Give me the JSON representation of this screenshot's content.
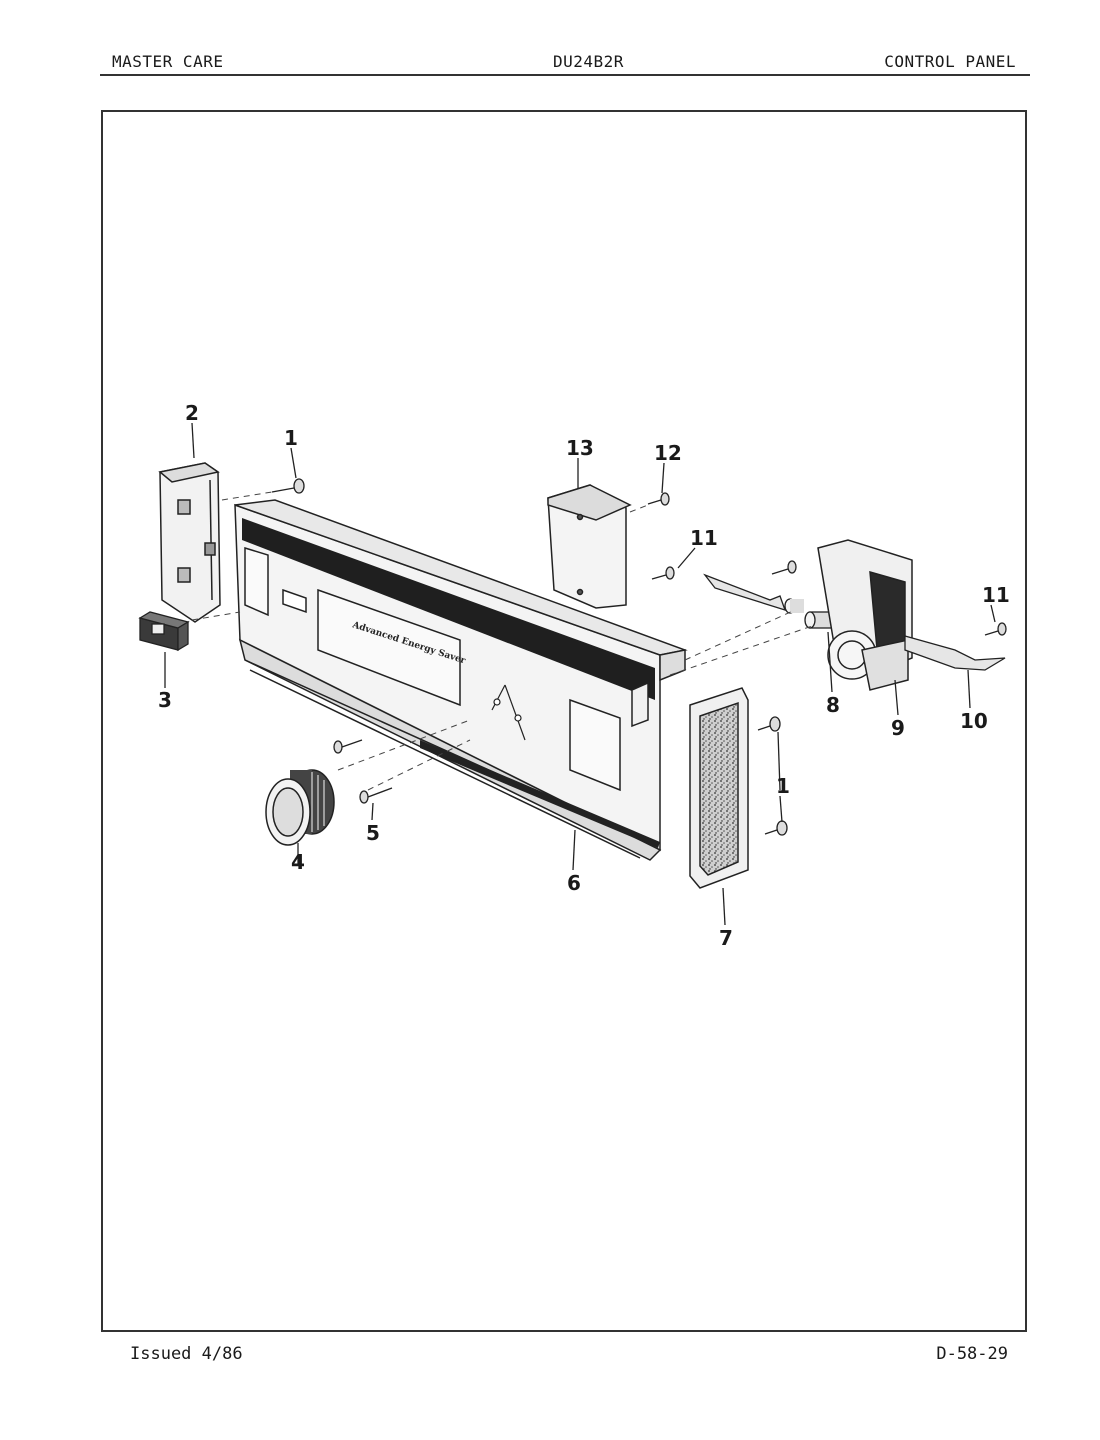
{
  "header": {
    "left": "MASTER CARE",
    "center": "DU24B2R",
    "right": "CONTROL PANEL"
  },
  "footer": {
    "issued": "Issued 4/86",
    "page_code": "D-58-29"
  },
  "panel_text": {
    "script_label": "Advanced Energy Saver"
  },
  "callouts": [
    {
      "id": "c2",
      "text": "2"
    },
    {
      "id": "c1a",
      "text": "1"
    },
    {
      "id": "c13",
      "text": "13"
    },
    {
      "id": "c12",
      "text": "12"
    },
    {
      "id": "c11a",
      "text": "11"
    },
    {
      "id": "c11b",
      "text": "11"
    },
    {
      "id": "c3",
      "text": "3"
    },
    {
      "id": "c8",
      "text": "8"
    },
    {
      "id": "c9",
      "text": "9"
    },
    {
      "id": "c10",
      "text": "10"
    },
    {
      "id": "c1b",
      "text": "1"
    },
    {
      "id": "c5",
      "text": "5"
    },
    {
      "id": "c4",
      "text": "4"
    },
    {
      "id": "c6",
      "text": "6"
    },
    {
      "id": "c7",
      "text": "7"
    }
  ]
}
